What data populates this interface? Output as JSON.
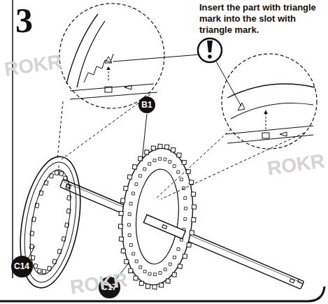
{
  "diagram": {
    "nodes": [
      {
        "text": [
          "B1"
        ]
      },
      {
        "text": [
          "C14"
        ]
      },
      {
        "text": [
          "C17"
        ]
      }
    ],
    "labels": [
      "3",
      "Insert the part with triangle mark into the slot with triangle mark.",
      "ROKR",
      "ROKR",
      "ROKR"
    ]
  }
}
